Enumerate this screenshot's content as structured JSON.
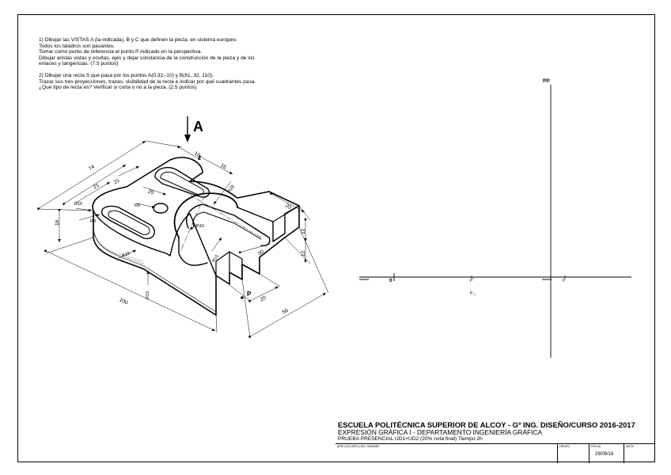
{
  "instructions": {
    "q1": [
      "1) Dibujar las VISTAS A (la indicada), B y C que definen la pieza, en sistema europeo.",
      "Todos los taladros son pasantes.",
      "Tomar como punto de referencia el punto P indicado en la perspectiva.",
      "Dibujar aristas vistas y ocultas, ejes y dejar constancia de la construcción de la pieza y de los",
      "enlaces y tangencias. (7.5 puntos)"
    ],
    "q2": [
      "2) Dibujar una recta S que pasa por los puntos A(0,32,-10) y B(61, 32, 110).",
      "Trazar sus tres proyecciones, trazas, visibilidad de la recta e indicar por qué cuadrantes pasa.",
      "¿Qué tipo de recta es? Verificar si corta o no a la pieza. (2.5 puntos)"
    ]
  },
  "perspective": {
    "view_label": "A",
    "point_label": "P",
    "dimensions": {
      "d74": "74",
      "d21a": "21",
      "d21b": "21",
      "d16a": "16",
      "d16b": "16",
      "d25": "25",
      "dR28": "R28",
      "dR16a": "R16",
      "dR8": "R8",
      "dR5": "R5",
      "dR16b": "R16",
      "d20a": "20",
      "d12a": "12",
      "d12b": "12",
      "d16c": "16",
      "dR16c": "R16",
      "dR15a": "R15",
      "d30": "30",
      "dR15b": "R15",
      "d20b": "20",
      "d100": "100",
      "d56": "56"
    }
  },
  "projection": {
    "pp_label": "PP",
    "origin_label": "0",
    "p_h_label": "p''",
    "p_c_label": "p",
    "p_c_sub": "c",
    "p_v_label": "p'"
  },
  "title_block": {
    "school": "ESCUELA POLITÉCNICA SUPERIOR DE ALCOY - Gº ING. DISEÑO/CURSO 2016-2017",
    "subject": "EXPRESIÓN GRÁFICA I - DEPARTAMENTO INGENIERÍA GRÁFICA",
    "exam": "PRUEBA PRESENCIAL UD1+UD2 (20% nota final) Tiempo 2h",
    "name_label": "APELLIDO APELLIDO, NOMBRE",
    "group_label": "GRUPO",
    "date_label": "FECHA",
    "date_value": "29/09/16",
    "grade_label": "NOTA"
  }
}
